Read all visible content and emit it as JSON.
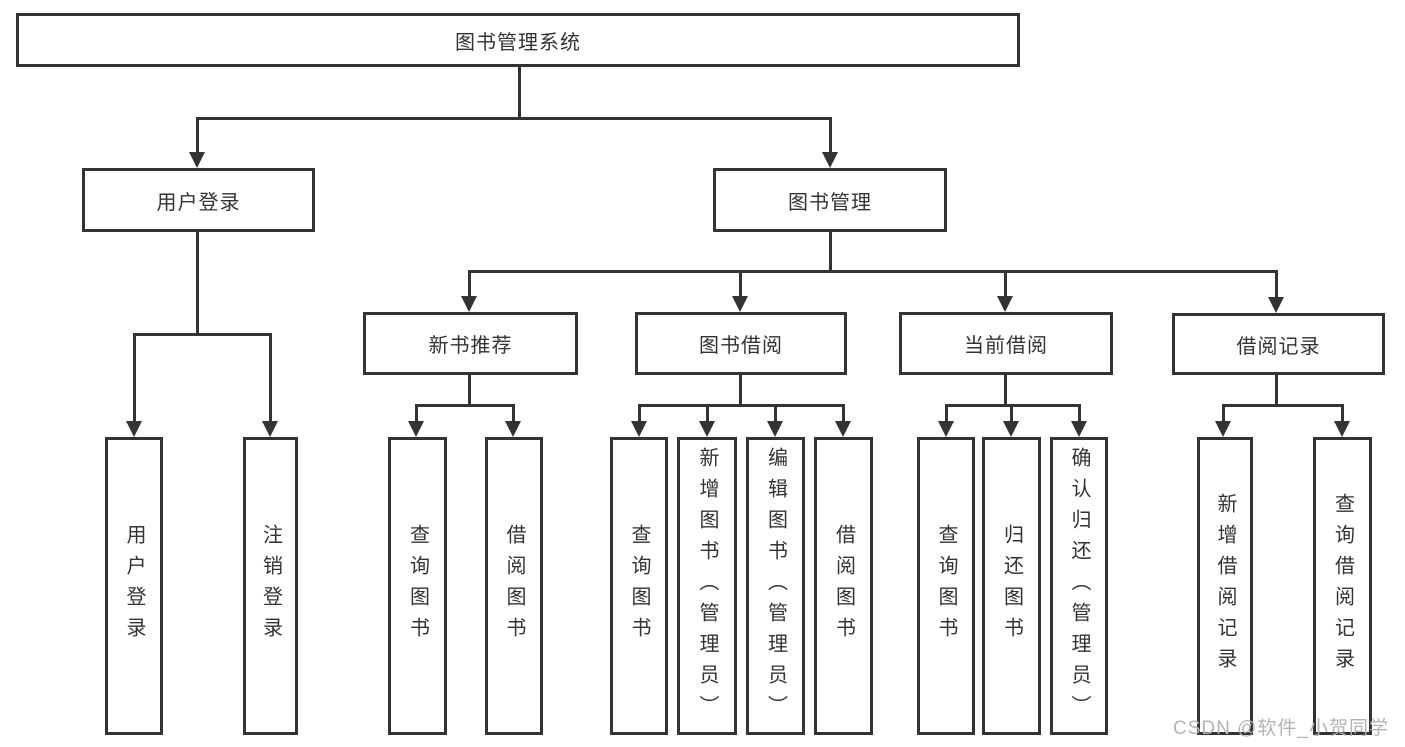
{
  "diagram": {
    "title": "图书管理系统",
    "branches": {
      "user_login": {
        "label": "用户登录",
        "children": [
          "用户登录",
          "注销登录"
        ]
      },
      "book_mgmt": {
        "label": "图书管理",
        "children": {
          "new_books": {
            "label": "新书推荐",
            "children": [
              "查询图书",
              "借阅图书"
            ]
          },
          "book_borrow": {
            "label": "图书借阅",
            "children": [
              "查询图书",
              "新增图书（管理员）",
              "编辑图书（管理员）",
              "借阅图书"
            ]
          },
          "current_borrow": {
            "label": "当前借阅",
            "children": [
              "查询图书",
              "归还图书",
              "确认归还（管理员）"
            ]
          },
          "borrow_records": {
            "label": "借阅记录",
            "children": [
              "新增借阅记录",
              "查询借阅记录"
            ]
          }
        }
      }
    }
  },
  "watermark": {
    "text": "CSDN @软件_小贺同学"
  },
  "colors": {
    "line": "#333333",
    "text": "#333333",
    "watermark": "#b3b3b3",
    "background": "#ffffff"
  }
}
